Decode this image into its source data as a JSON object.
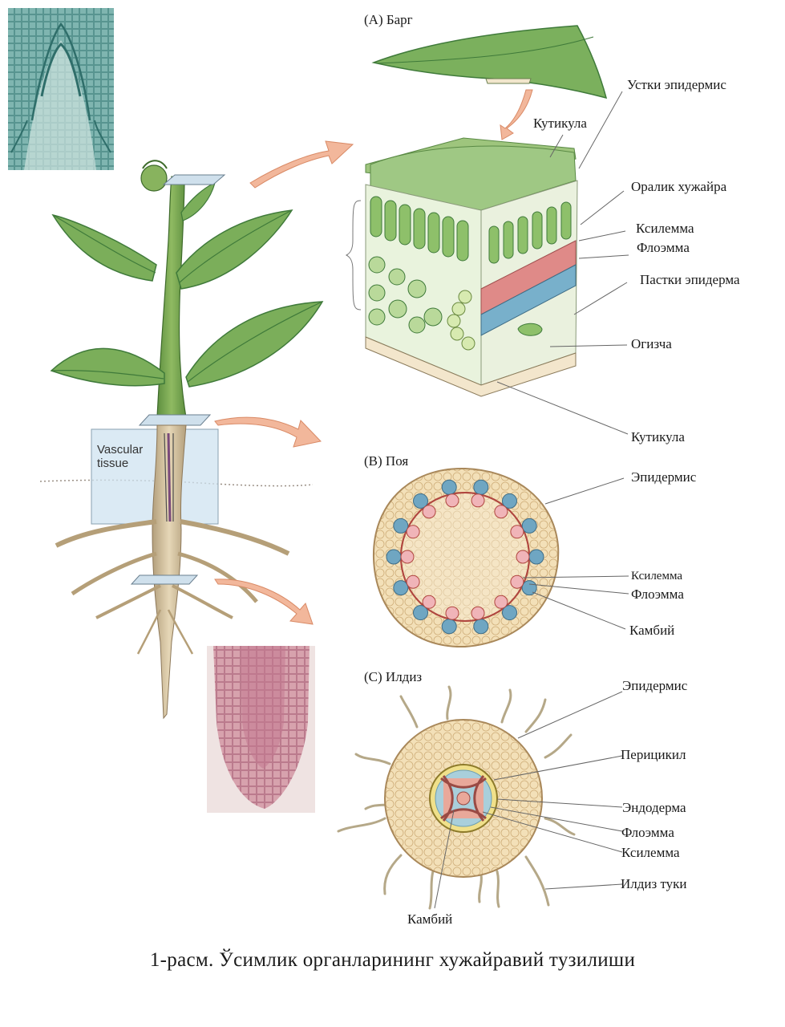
{
  "caption": "1-расм. Ўсимлик органларининг хужайравий тузилиши",
  "plant": {
    "vascular_label": [
      "Vascular",
      "tissue"
    ]
  },
  "sections": {
    "leaf": {
      "title": "(A) Барг",
      "labels": {
        "stomata_epidermis": "Устки эпидермис",
        "cuticle_top": "Кутикула",
        "intercellular": "Оралик хужайра",
        "xylem": "Ксилемма",
        "phloem": "Флоэмма",
        "lower_epidermis": "Пастки эпидерма",
        "stoma": "Огизча",
        "cuticle_bottom": "Кутикула"
      }
    },
    "stem": {
      "title": "(B) Поя",
      "labels": {
        "epidermis": "Эпидермис",
        "xylem": "Ксилемма",
        "phloem": "Флоэмма",
        "cambium": "Камбий"
      }
    },
    "root": {
      "title": "(C) Илдиз",
      "labels": {
        "epidermis": "Эпидермис",
        "pericycle": "Перицикил",
        "endodermis": "Эндодерма",
        "phloem": "Флоэмма",
        "xylem": "Ксилемма",
        "root_hair": "Илдиз туки",
        "cambium": "Камбий"
      }
    }
  },
  "colors": {
    "leaf_green": "#6fa55a",
    "dark_green": "#3f7a3a",
    "cell_tan": "#f1dcb0",
    "cell_line": "#c9a670",
    "xylem_red": "#d9797a",
    "phloem_blue": "#6fa6c2",
    "arrow_peach": "#f0b394"
  }
}
